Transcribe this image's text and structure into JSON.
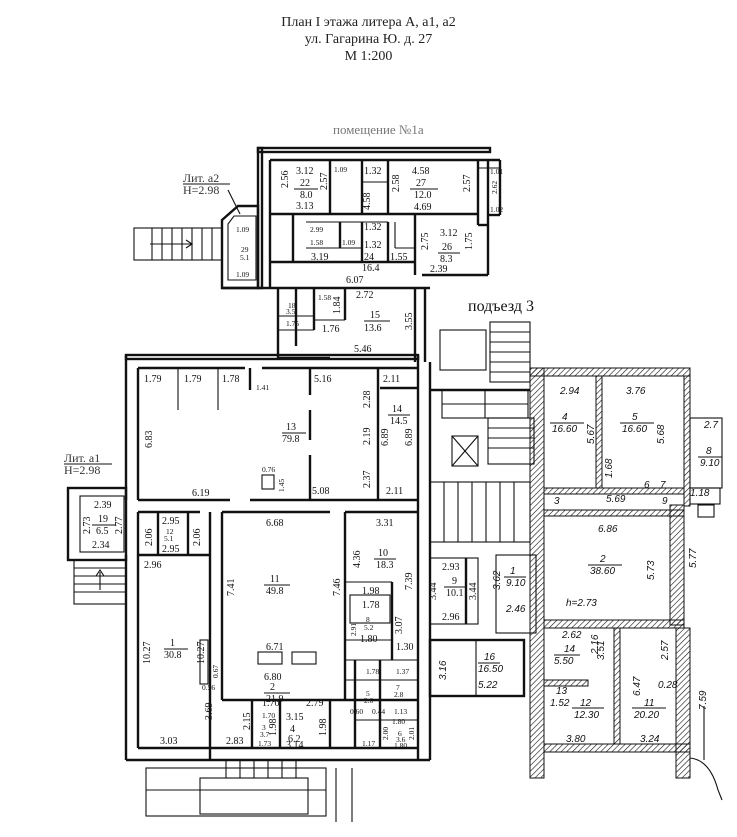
{
  "header": {
    "title_line1": "План I этажа литера А, а1, а2",
    "title_line2": "ул. Гагарина Ю. д. 27",
    "scale": "М 1:200"
  },
  "subheading": "помещение №1а",
  "entrance_label": "подъезд 3",
  "lit_a2": {
    "name": "Лит. а2",
    "height": "H=2.98"
  },
  "lit_a1": {
    "name": "Лит. а1",
    "height": "H=2.98"
  },
  "rooms_left": [
    {
      "num": "22",
      "area": "8.0"
    },
    {
      "num": "27",
      "area": "12.0"
    },
    {
      "num": "24",
      "area": "16.4"
    },
    {
      "num": "26",
      "area": "8.3"
    },
    {
      "num": "29",
      "area": "5.1"
    },
    {
      "num": "15",
      "area": "13.6"
    },
    {
      "num": "18",
      "area": "3.5"
    },
    {
      "num": "13",
      "area": "79.8"
    },
    {
      "num": "14",
      "area": "14.5"
    },
    {
      "num": "19",
      "area": "6.5"
    },
    {
      "num": "12",
      "area": "5.1"
    },
    {
      "num": "11",
      "area": "49.8"
    },
    {
      "num": "10",
      "area": "18.3"
    },
    {
      "num": "9",
      "area": "10.1"
    },
    {
      "num": "1",
      "area": "30.8"
    },
    {
      "num": "8",
      "area": "5.2"
    },
    {
      "num": "2",
      "area": "21.9"
    },
    {
      "num": "3",
      "area": "3.7"
    },
    {
      "num": "4",
      "area": "6.2"
    },
    {
      "num": "5",
      "area": "2.0"
    },
    {
      "num": "6",
      "area": "3.6"
    },
    {
      "num": "7",
      "area": "2.8"
    }
  ],
  "rooms_right": [
    {
      "num": "4",
      "area": "16.60"
    },
    {
      "num": "5",
      "area": "16.60"
    },
    {
      "num": "8",
      "area": "9.10"
    },
    {
      "num": "1",
      "area": "9.10"
    },
    {
      "num": "2",
      "area": "38.60"
    },
    {
      "num": "16",
      "area": "16.50"
    },
    {
      "num": "14",
      "area": "5.50"
    },
    {
      "num": "13",
      "area": ""
    },
    {
      "num": "12",
      "area": "12.30"
    },
    {
      "num": "11",
      "area": "20.20"
    }
  ],
  "ceiling_height": "h=2.73",
  "dimensions": {
    "d_312": "3.12",
    "d_313": "3.13",
    "d_256": "2.56",
    "d_257": "2.57",
    "d_458": "4.58",
    "d_469": "4.69",
    "d_258": "2.58",
    "d_132": "1.32",
    "d_101": "1.01",
    "d_102": "1.02",
    "d_262": "2.62",
    "d_299": "2.99",
    "d_158": "1.58",
    "d_109": "1.09",
    "d_319": "3.19",
    "d_607": "6.07",
    "d_275": "2.75",
    "d_175": "1.75",
    "d_239": "2.39",
    "d_155": "1.55",
    "d_272": "2.72",
    "d_184": "1.84",
    "d_355": "3.55",
    "d_546": "5.46",
    "d_176": "1.76",
    "d_179": "1.79",
    "d_178": "1.78",
    "d_141": "1.41",
    "d_516": "5.16",
    "d_211": "2.11",
    "d_228": "2.28",
    "d_219": "2.19",
    "d_237": "2.37",
    "d_683": "6.83",
    "d_689": "6.89",
    "d_619": "6.19",
    "d_508": "5.08",
    "d_076": "0.76",
    "d_145": "1.45",
    "d_668": "6.68",
    "d_331": "3.31",
    "d_295": "2.95",
    "d_206": "2.06",
    "d_234": "2.34",
    "d_273": "2.73",
    "d_277": "2.77",
    "d_741": "7.41",
    "d_746": "7.46",
    "d_436": "4.36",
    "d_198": "1.98",
    "d_739": "7.39",
    "d_293": "2.93",
    "d_344": "3.44",
    "d_296": "2.96",
    "d_1027": "10.27",
    "d_671": "6.71",
    "d_680": "6.80",
    "d_307": "3.07",
    "d_130": "1.30",
    "d_180": "1.80",
    "d_291": "2.91",
    "d_067": "0.67",
    "d_056": "0.56",
    "d_369": "3.69",
    "d_170": "1.70",
    "d_279": "2.79",
    "d_303": "3.03",
    "d_283": "2.83",
    "d_215": "2.15",
    "d_315": "3.15",
    "d_314": "3.14",
    "d_173": "1.73",
    "d_117": "1.17",
    "d_137": "1.37",
    "d_113": "1.13",
    "d_201": "2.01",
    "d_060": "0.60",
    "d_044": "0.44",
    "d_200": "2.00",
    "d_294": "2.94",
    "d_376": "3.76",
    "d_567": "5.67",
    "d_568": "5.68",
    "d_270": "2.7",
    "d_168": "1.68",
    "d_569": "5.69",
    "d_3": "3",
    "d_6": "6",
    "d_7": "7",
    "d_9": "9",
    "d_118": "1.18",
    "d_686": "6.86",
    "d_573": "5.73",
    "d_577": "5.77",
    "d_362": "3.62",
    "d_246": "2.46",
    "d_262b": "2.62",
    "d_351": "3.51",
    "d_216": "2.16",
    "d_316": "3.16",
    "d_522": "5.22",
    "d_647": "6.47",
    "d_028": "0.28",
    "d_152": "1.52",
    "d_380": "3.80",
    "d_324": "3.24",
    "d_257b": "2.57",
    "d_759": "7.59"
  }
}
